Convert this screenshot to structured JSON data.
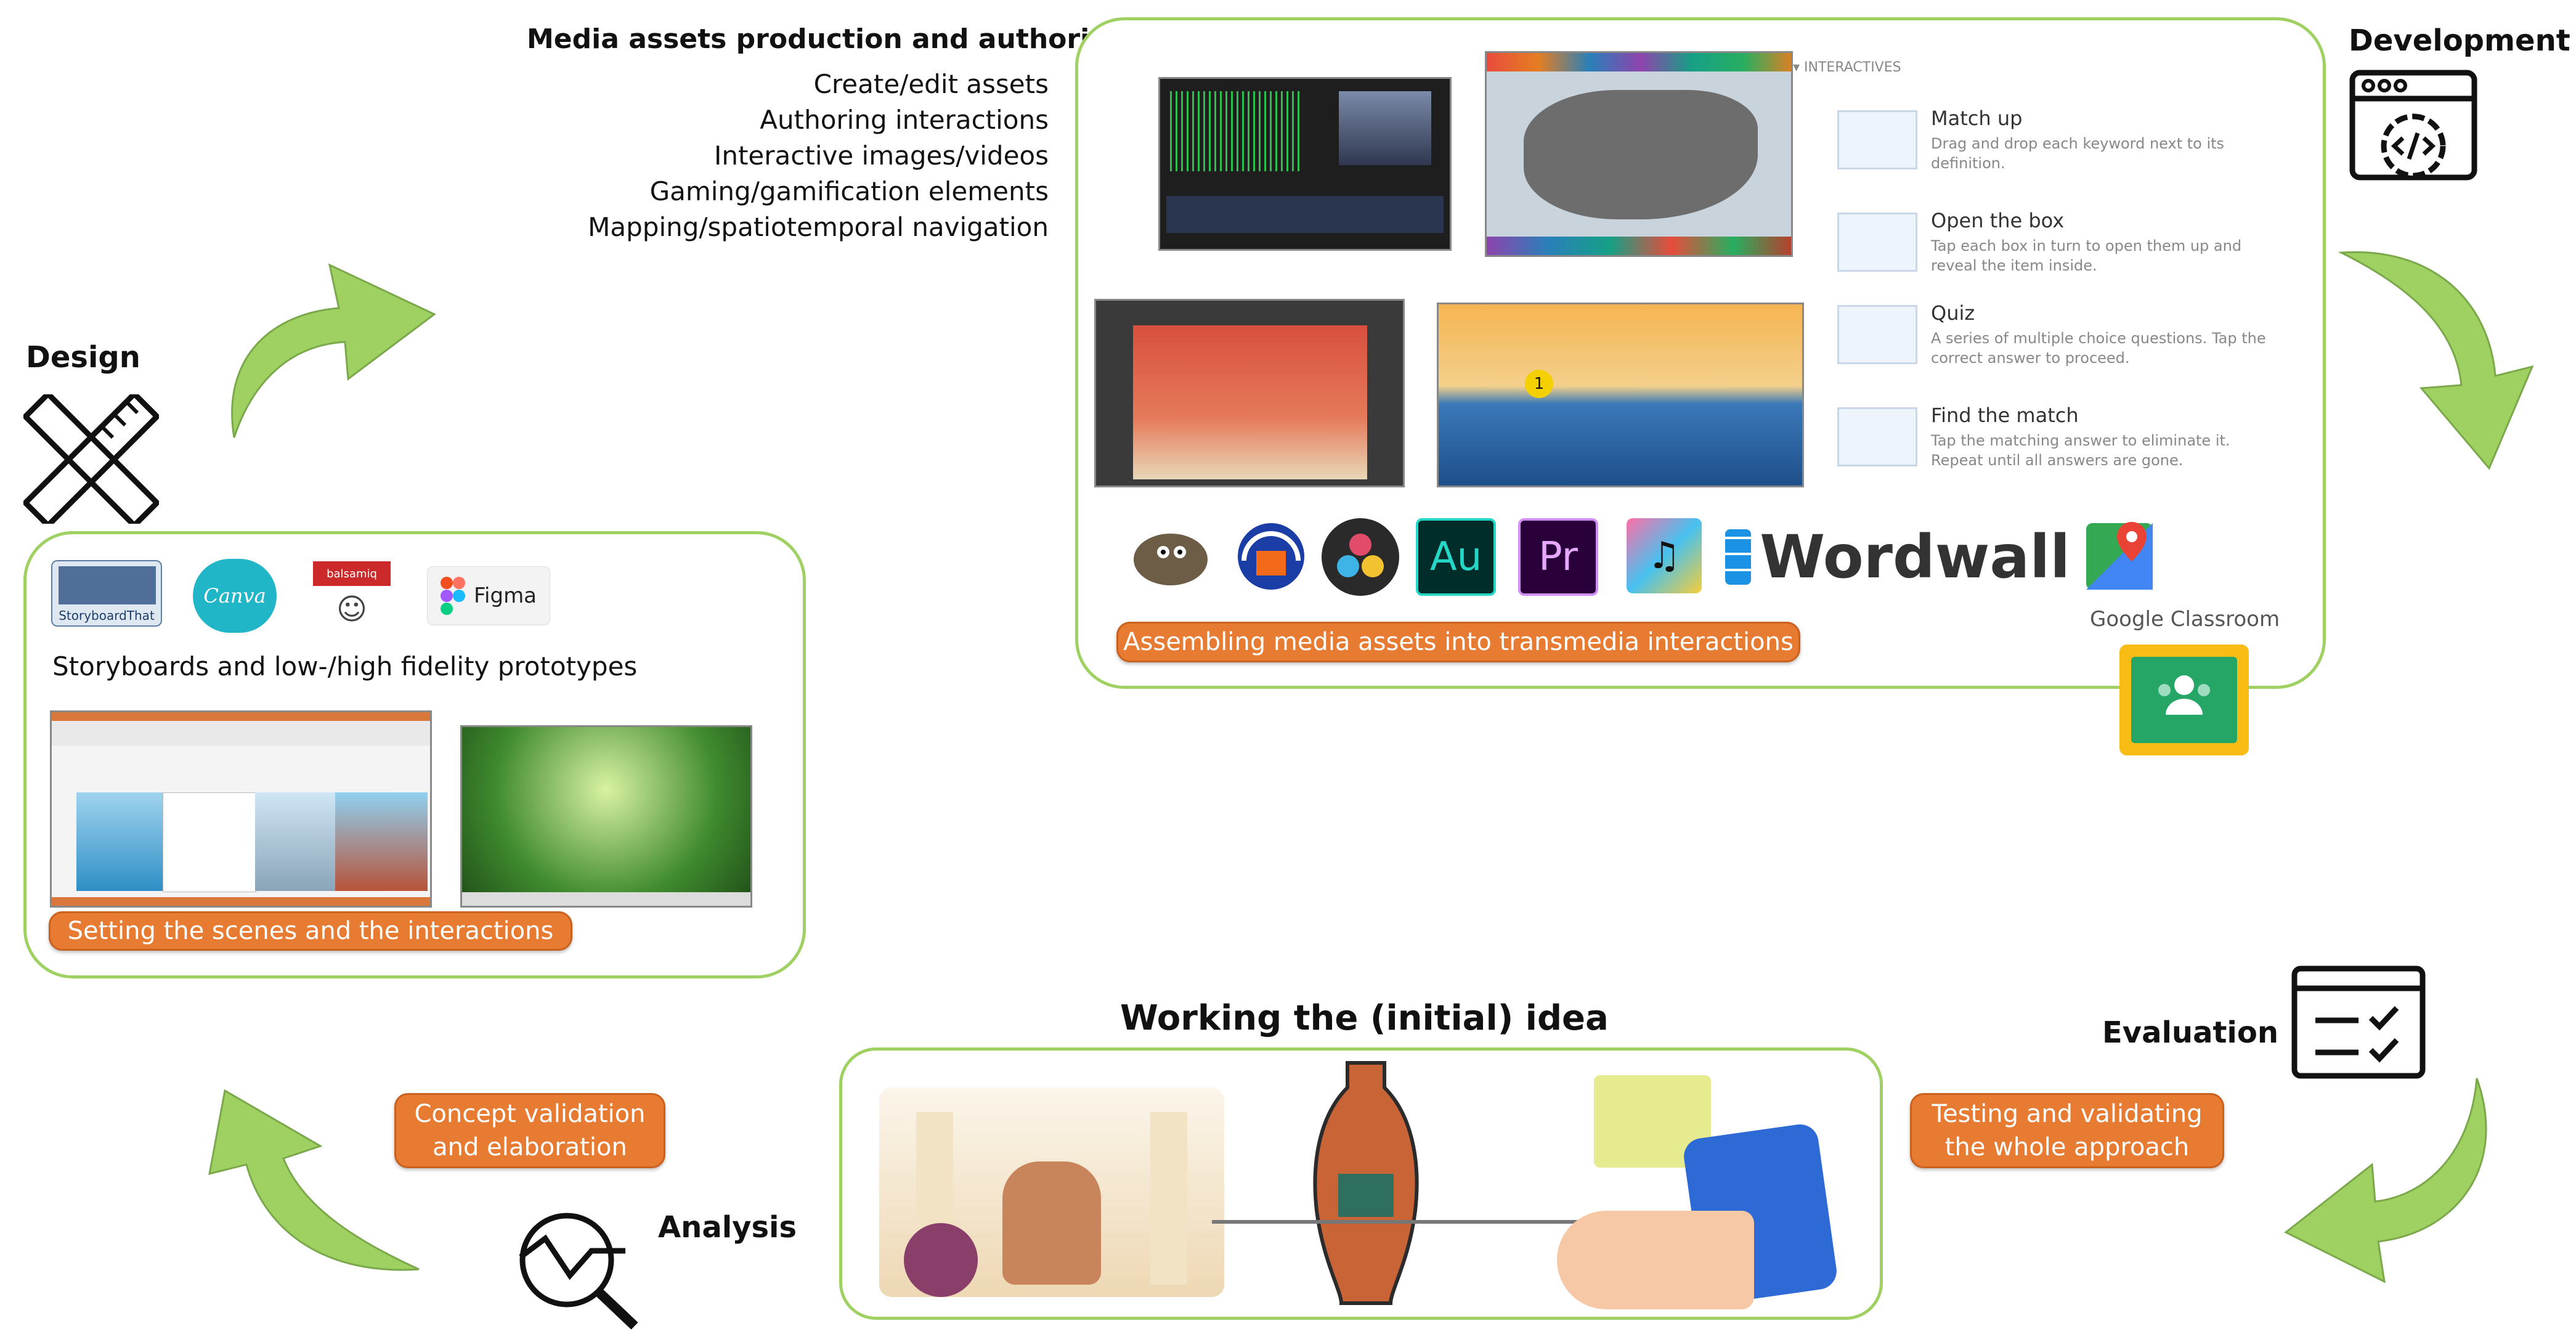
{
  "phases": {
    "design": "Design",
    "development": "Development",
    "evaluation": "Evaluation",
    "analysis": "Analysis"
  },
  "center": {
    "title": "Working the (initial) idea"
  },
  "production": {
    "heading": "Media assets production and authoring",
    "items": [
      "Create/edit assets",
      "Authoring interactions",
      "Interactive images/videos",
      "Gaming/gamification elements",
      "Mapping/spatiotemporal navigation"
    ]
  },
  "design_panel": {
    "tools": {
      "storyboardthat": "StoryboardThat",
      "canva": "Canva",
      "balsamiq": "balsamiq",
      "figma": "Figma"
    },
    "caption": "Storyboards and low-/high fidelity prototypes",
    "tag": "Setting the scenes and the interactions"
  },
  "dev_panel": {
    "interactives_header": "INTERACTIVES",
    "interactives": [
      {
        "title": "Match up",
        "desc": "Drag and drop each keyword next to its definition."
      },
      {
        "title": "Open the box",
        "desc": "Tap each box in turn to open them up and reveal the item inside."
      },
      {
        "title": "Quiz",
        "desc": "A series of multiple choice questions. Tap the correct answer to proceed."
      },
      {
        "title": "Find the match",
        "desc": "Tap the matching answer to eliminate it. Repeat until all answers are gone."
      }
    ],
    "tools": {
      "audition": "Au",
      "premiere": "Pr",
      "wordwall": "Wordwall",
      "google_classroom": "Google Classroom"
    },
    "tag": "Assembling media assets into transmedia interactions"
  },
  "tags": {
    "concept": "Concept validation\nand elaboration",
    "testing": "Testing and validating\nthe whole approach"
  },
  "colors": {
    "green": "#9fd062",
    "orange": "#e87b32"
  }
}
